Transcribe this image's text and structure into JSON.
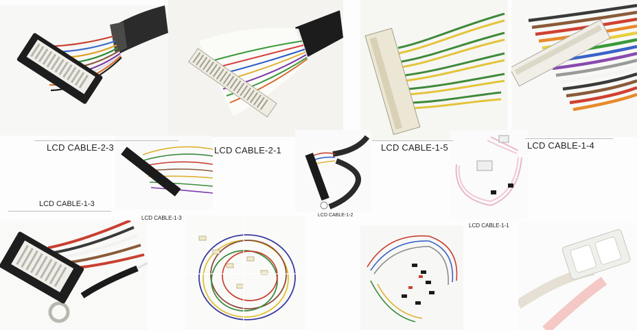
{
  "captions": {
    "c1": "LCD CABLE-2-3",
    "c2": "LCD CABLE-2-1",
    "c3": "LCD CABLE-1-5",
    "c4": "LCD CABLE-1-4",
    "c5": "LCD CABLE-1-3",
    "c6": "LCD CABLE-1-3",
    "c7": "LCD CABLE-1-2",
    "c8": "LCD CABLE-1-1"
  }
}
